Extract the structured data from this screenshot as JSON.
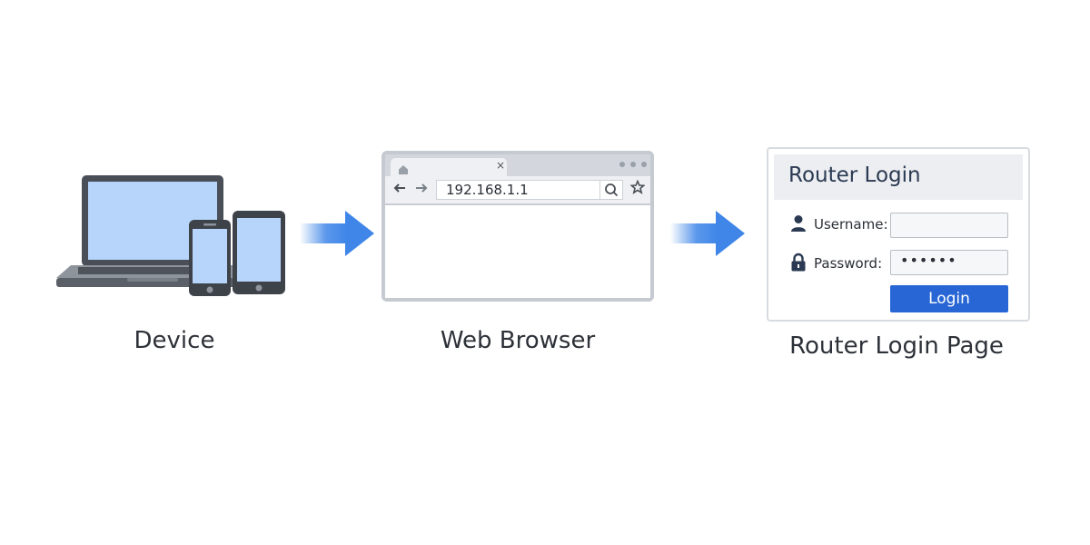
{
  "captions": {
    "device": "Device",
    "browser": "Web Browser",
    "router_page": "Router Login Page"
  },
  "browser": {
    "address": "192.168.1.1",
    "tab_close": "×"
  },
  "router_login": {
    "title": "Router Login",
    "username_label": "Username:",
    "username_value": "",
    "password_label": "Password:",
    "password_value": "••••••",
    "login_button": "Login"
  },
  "colors": {
    "accent": "#2766d4",
    "arrow": "#3f86e8",
    "screen": "#b7d5fb",
    "device_frame": "#4a4f57"
  },
  "icons": [
    "laptop-icon",
    "phone-icon",
    "tablet-icon",
    "home-icon",
    "back-arrow-icon",
    "forward-arrow-icon",
    "search-icon",
    "star-icon",
    "user-icon",
    "lock-icon"
  ]
}
